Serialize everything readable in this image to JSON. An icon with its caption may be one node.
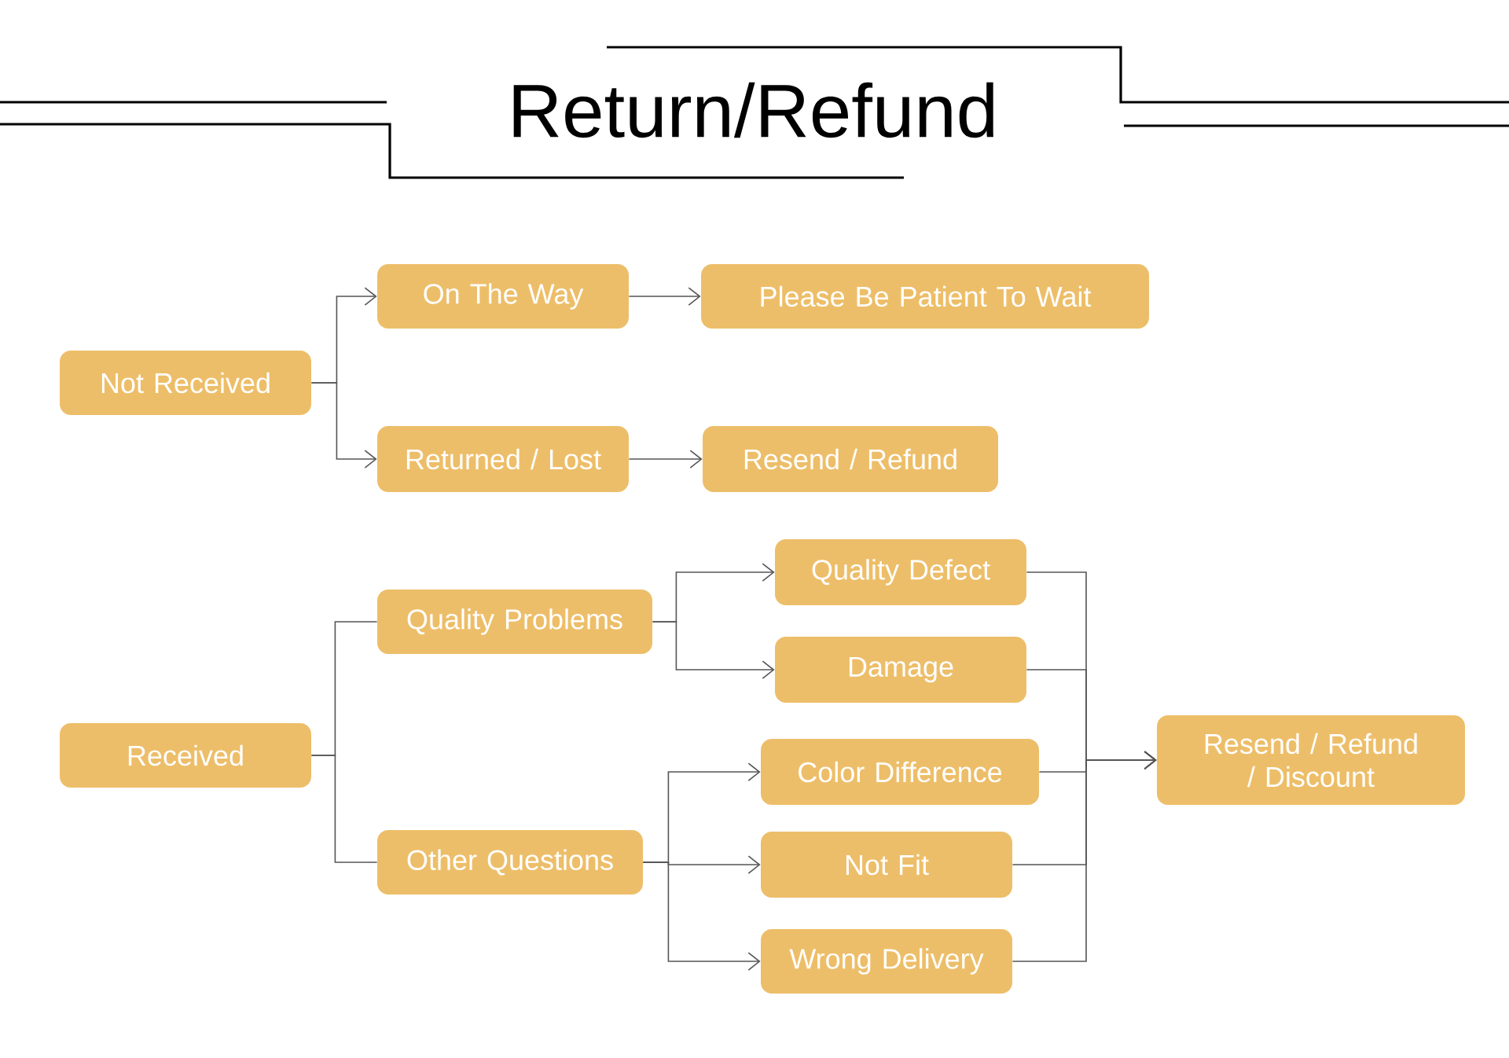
{
  "diagram": {
    "title": "Return/Refund",
    "nodes": [
      {
        "text": [
          "Not Received"
        ]
      },
      {
        "text": [
          "On The Way"
        ]
      },
      {
        "text": [
          "Please Be Patient To Wait"
        ]
      },
      {
        "text": [
          "Returned / Lost"
        ]
      },
      {
        "text": [
          "Resend / Refund"
        ]
      },
      {
        "text": [
          "Received"
        ]
      },
      {
        "text": [
          "Quality Problems"
        ]
      },
      {
        "text": [
          "Other Questions"
        ]
      },
      {
        "text": [
          "Quality Defect"
        ]
      },
      {
        "text": [
          "Damage"
        ]
      },
      {
        "text": [
          "Color Difference"
        ]
      },
      {
        "text": [
          "Not Fit"
        ]
      },
      {
        "text": [
          "Wrong Delivery"
        ]
      },
      {
        "text": [
          "Resend / Refund / Discount"
        ]
      }
    ],
    "edges": [
      {
        "from": 0,
        "to": 1,
        "arrow": "to"
      },
      {
        "from": 0,
        "to": 3,
        "arrow": "to"
      },
      {
        "from": 1,
        "to": 2,
        "arrow": "to"
      },
      {
        "from": 3,
        "to": 4,
        "arrow": "to"
      },
      {
        "from": 5,
        "to": 6,
        "arrow": "none"
      },
      {
        "from": 5,
        "to": 7,
        "arrow": "none"
      },
      {
        "from": 6,
        "to": 8,
        "arrow": "to"
      },
      {
        "from": 6,
        "to": 9,
        "arrow": "to"
      },
      {
        "from": 7,
        "to": 10,
        "arrow": "to"
      },
      {
        "from": 7,
        "to": 11,
        "arrow": "to"
      },
      {
        "from": 7,
        "to": 12,
        "arrow": "to"
      },
      {
        "from": 8,
        "to": 13,
        "arrow": "to"
      },
      {
        "from": 9,
        "to": 13,
        "arrow": "to"
      },
      {
        "from": 10,
        "to": 13,
        "arrow": "to"
      },
      {
        "from": 11,
        "to": 13,
        "arrow": "to"
      },
      {
        "from": 12,
        "to": 13,
        "arrow": "to"
      }
    ]
  }
}
